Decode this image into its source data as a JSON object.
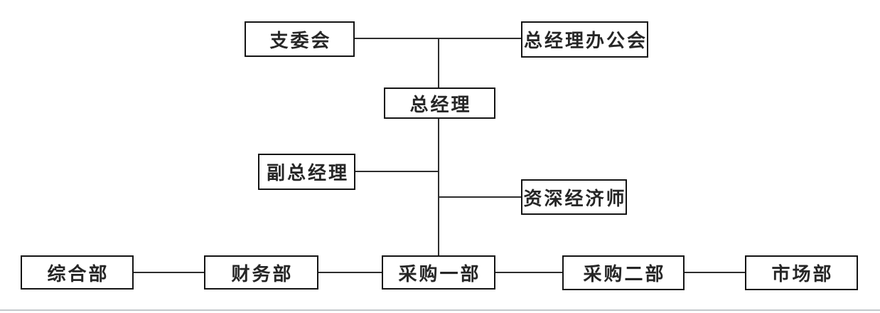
{
  "nodes": {
    "branch_committee": {
      "label": "支委会"
    },
    "gm_office_meeting": {
      "label": "总经理办公会"
    },
    "general_manager": {
      "label": "总经理"
    },
    "deputy_general_manager": {
      "label": "副总经理"
    },
    "senior_economist": {
      "label": "资深经济师"
    },
    "general_affairs_dept": {
      "label": "综合部"
    },
    "finance_dept": {
      "label": "财务部"
    },
    "procurement_dept_1": {
      "label": "采购一部"
    },
    "procurement_dept_2": {
      "label": "采购二部"
    },
    "marketing_dept": {
      "label": "市场部"
    }
  },
  "edges": [
    {
      "from": "branch_committee",
      "to": "gm_office_meeting"
    },
    {
      "from": "branch_committee",
      "to": "general_manager"
    },
    {
      "from": "gm_office_meeting",
      "to": "general_manager"
    },
    {
      "from": "general_manager",
      "to": "deputy_general_manager"
    },
    {
      "from": "general_manager",
      "to": "senior_economist"
    },
    {
      "from": "general_manager",
      "to": "procurement_dept_1"
    },
    {
      "from": "procurement_dept_1",
      "to": "finance_dept"
    },
    {
      "from": "finance_dept",
      "to": "general_affairs_dept"
    },
    {
      "from": "procurement_dept_1",
      "to": "procurement_dept_2"
    },
    {
      "from": "procurement_dept_2",
      "to": "marketing_dept"
    }
  ],
  "colors": {
    "background": "#ffffff",
    "box_border": "#141414",
    "connector_line": "#2d2d2d",
    "text": "#262626",
    "bottom_divider": "#c3c7cb"
  }
}
